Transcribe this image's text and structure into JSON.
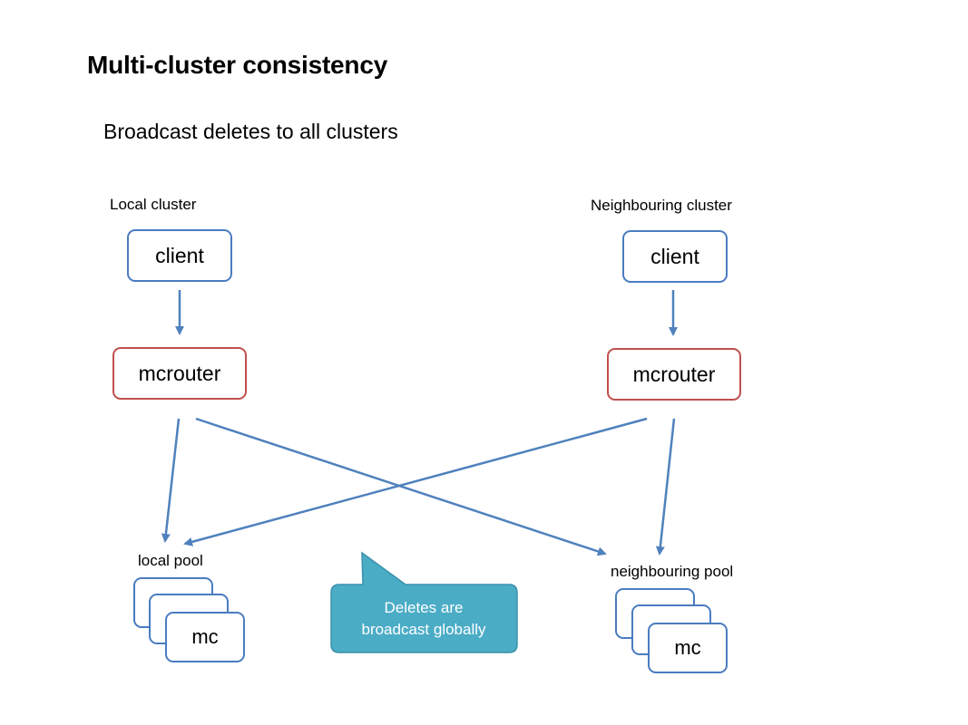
{
  "slide": {
    "title": "Multi-cluster consistency",
    "subtitle": "Broadcast deletes to all clusters"
  },
  "local_cluster": {
    "label": "Local cluster",
    "client": "client",
    "router": "mcrouter",
    "pool_label": "local pool",
    "node": "mc"
  },
  "neighbour_cluster": {
    "label": "Neighbouring cluster",
    "client": "client",
    "router": "mcrouter",
    "pool_label": "neighbouring pool",
    "node": "mc"
  },
  "callout": {
    "text": "Deletes are\nbroadcast globally"
  },
  "colors": {
    "box_border": "#4a7cc0",
    "router_border": "#c0504d",
    "arrow": "#4f81bd",
    "callout_fill": "#4bacc6"
  }
}
